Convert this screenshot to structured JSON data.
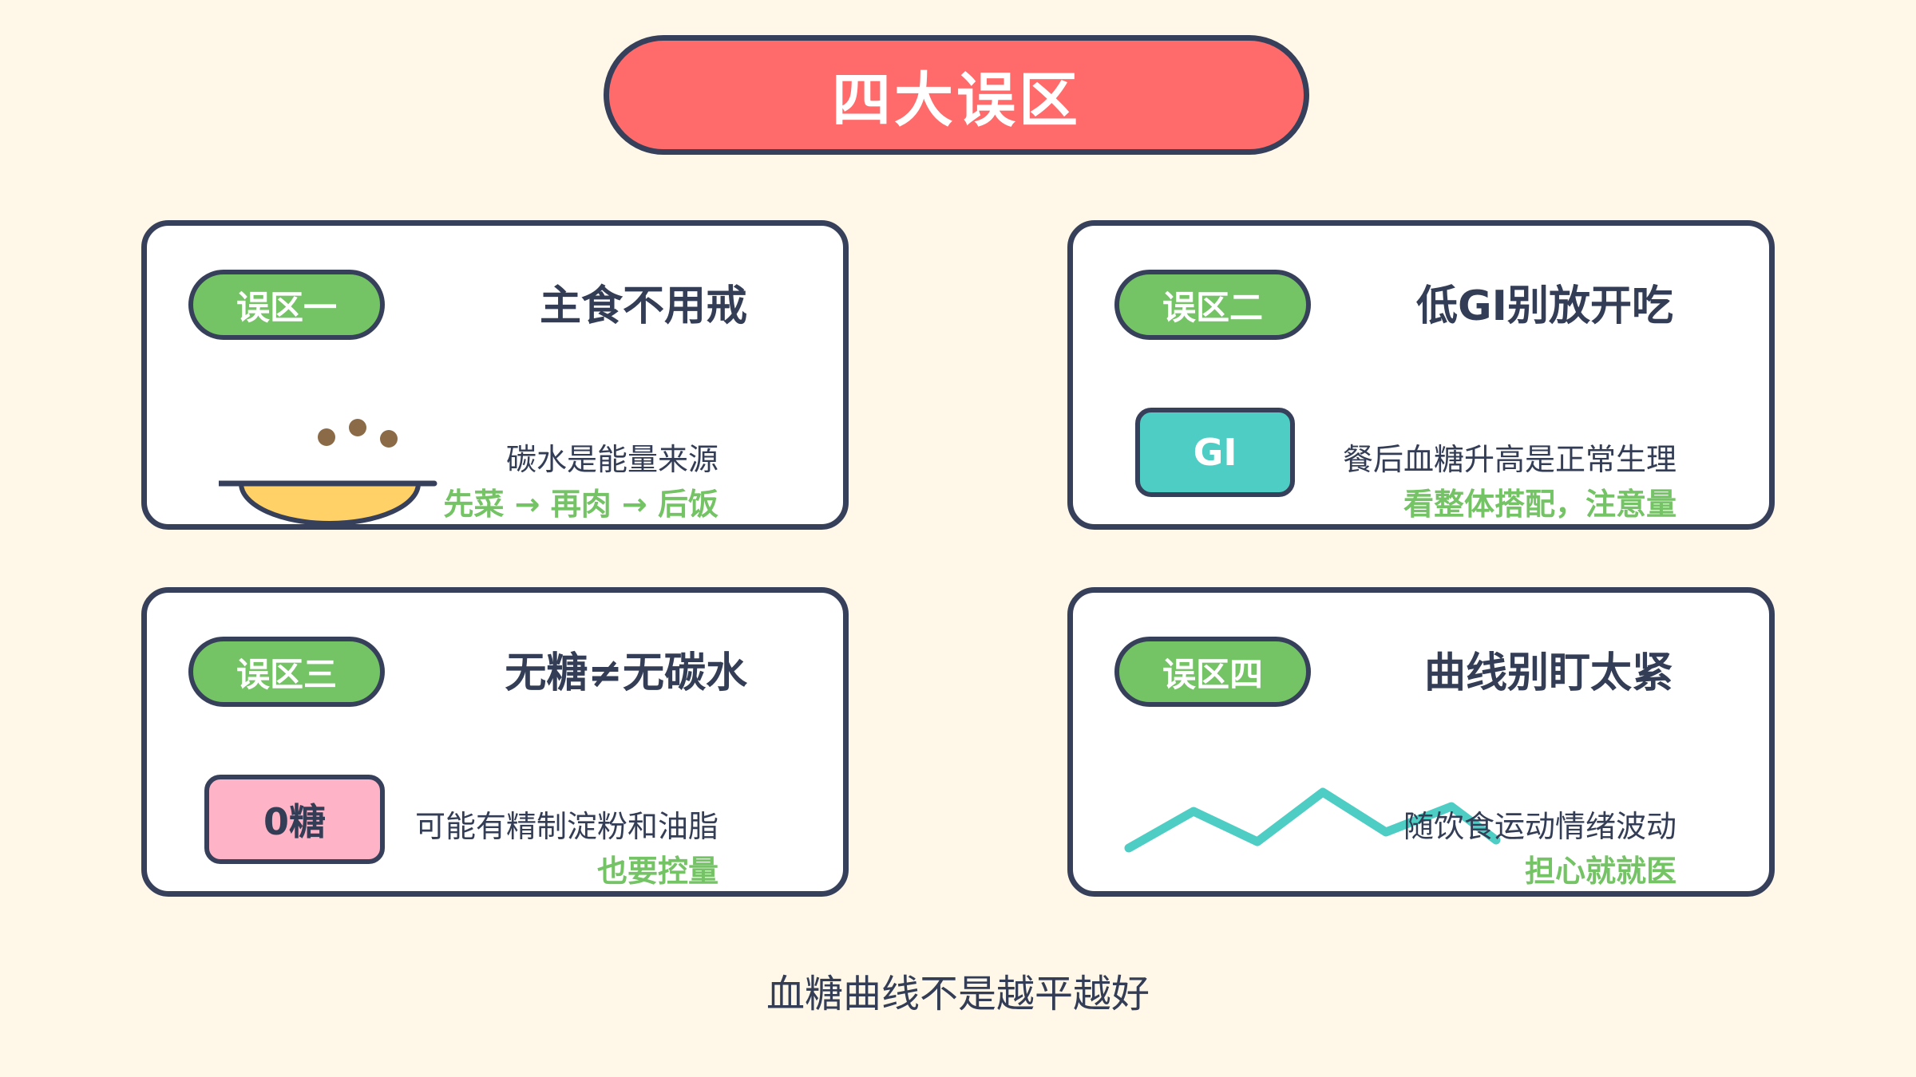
{
  "title": "四大误区",
  "cards": [
    {
      "tag": "误区一",
      "title": "主食不用戒",
      "desc": "碳水是能量来源",
      "highlight": "先菜 → 再肉 → 后饭",
      "icon": "rice-bowl-icon"
    },
    {
      "tag": "误区二",
      "title": "低GI别放开吃",
      "desc": "餐后血糖升高是正常生理",
      "highlight": "看整体搭配，注意量",
      "badge": "GI"
    },
    {
      "tag": "误区三",
      "title": "无糖≠无碳水",
      "desc": "可能有精制淀粉和油脂",
      "highlight": "也要控量",
      "badge": "0糖"
    },
    {
      "tag": "误区四",
      "title": "曲线别盯太紧",
      "desc": "随饮食运动情绪波动",
      "highlight": "担心就就医",
      "icon": "glucose-curve-icon"
    }
  ],
  "footer": "血糖曲线不是越平越好",
  "colors": {
    "background": "#FFF7E8",
    "title_pill": "#FF6B6B",
    "tag_green": "#74C365",
    "outline": "#37405A",
    "gi_teal": "#4ECDC4",
    "zero_pink": "#FFB3C6",
    "bowl_yellow": "#FFD166",
    "grain_brown": "#8B6B47"
  }
}
